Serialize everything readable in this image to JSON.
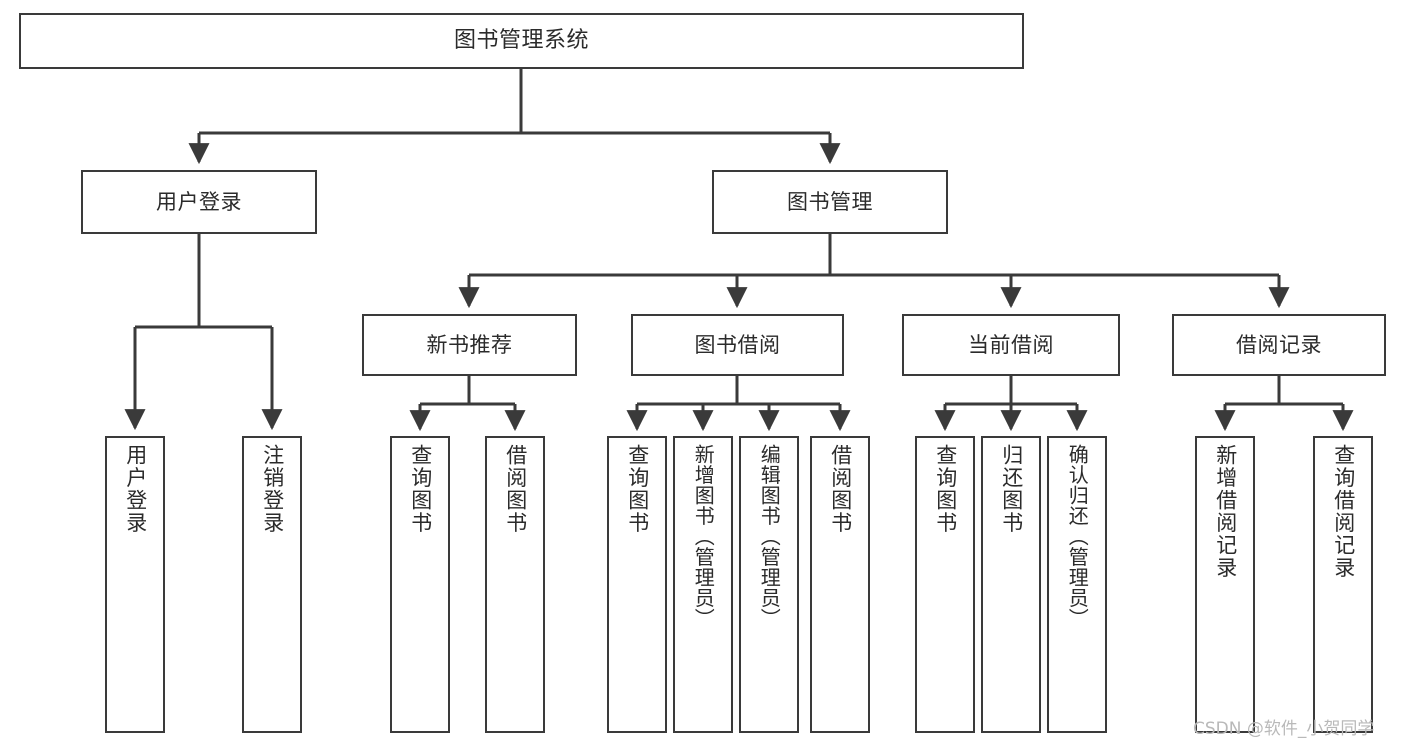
{
  "diagram": {
    "type": "tree-hierarchy-chart",
    "title_text": "图书管理系统",
    "colors": {
      "box_border": "#3a3a3a",
      "box_fill": "#ffffff",
      "connector": "#3a3a3a",
      "text": "#2b2b2b",
      "watermark": "#b9b9b9",
      "background": "#ffffff"
    },
    "nodes": {
      "root": {
        "label": "图书管理系统"
      },
      "level2": [
        {
          "id": "user-login",
          "label": "用户登录"
        },
        {
          "id": "book-management",
          "label": "图书管理"
        }
      ],
      "level3": [
        {
          "id": "new-book-recommend",
          "label": "新书推荐"
        },
        {
          "id": "book-borrow",
          "label": "图书借阅"
        },
        {
          "id": "current-borrow",
          "label": "当前借阅"
        },
        {
          "id": "borrow-record",
          "label": "借阅记录"
        }
      ],
      "leaves": {
        "user-login": [
          {
            "id": "leaf-user-login",
            "label": "用户登录"
          },
          {
            "id": "leaf-logout",
            "label": "注销登录"
          }
        ],
        "new-book-recommend": [
          {
            "id": "leaf-query-book-1",
            "label": "查询图书"
          },
          {
            "id": "leaf-borrow-book-1",
            "label": "借阅图书"
          }
        ],
        "book-borrow": [
          {
            "id": "leaf-query-book-2",
            "label": "查询图书"
          },
          {
            "id": "leaf-add-book",
            "label": "新增图书（管理员）"
          },
          {
            "id": "leaf-edit-book",
            "label": "编辑图书（管理员）"
          },
          {
            "id": "leaf-borrow-book-2",
            "label": "借阅图书"
          }
        ],
        "current-borrow": [
          {
            "id": "leaf-query-book-3",
            "label": "查询图书"
          },
          {
            "id": "leaf-return-book",
            "label": "归还图书"
          },
          {
            "id": "leaf-confirm-return",
            "label": "确认归还（管理员）"
          }
        ],
        "borrow-record": [
          {
            "id": "leaf-add-record",
            "label": "新增借阅记录"
          },
          {
            "id": "leaf-query-record",
            "label": "查询借阅记录"
          }
        ]
      }
    },
    "watermark": {
      "text": "CSDN @软件_小贺同学"
    }
  }
}
